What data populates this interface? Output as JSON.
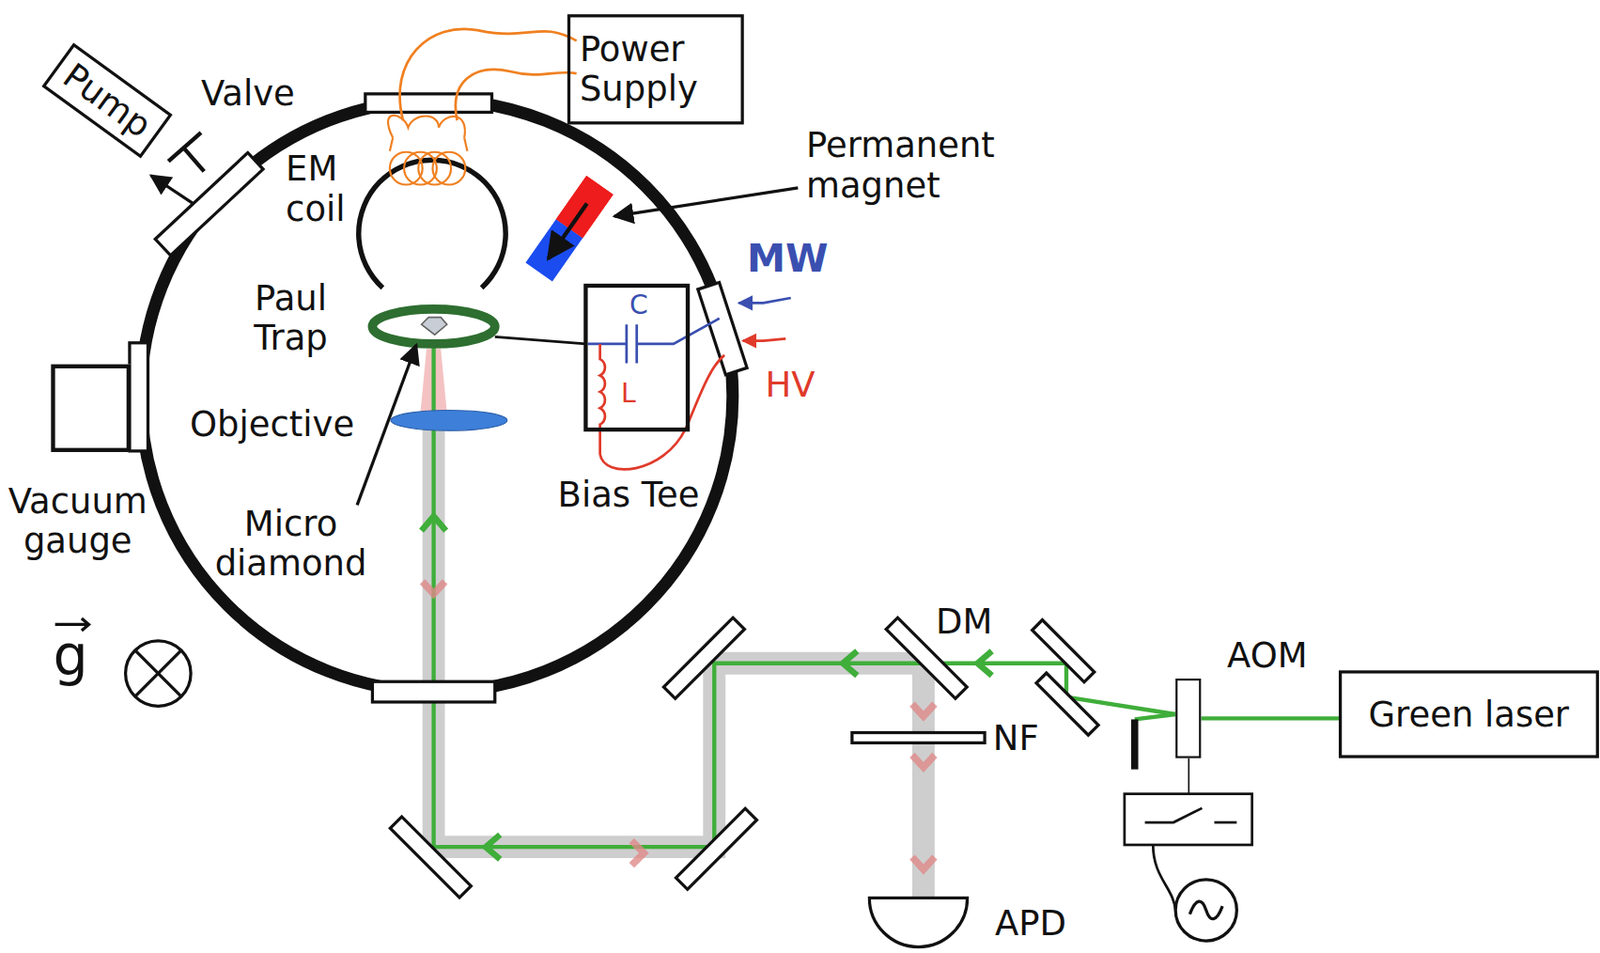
{
  "diagram": {
    "nodes": [
      {
        "text": [
          "Pump"
        ]
      },
      {
        "text": [
          "Power Supply"
        ]
      },
      {
        "text": [
          "Vacuum gauge"
        ]
      },
      {
        "text": [
          "C",
          "L",
          "Bias Tee"
        ]
      },
      {
        "text": [
          "AOM"
        ]
      },
      {
        "text": [
          "Green laser"
        ]
      },
      {
        "text": [
          "APD"
        ]
      }
    ],
    "edges": [
      {
        "from": 5,
        "to": 4,
        "arrow": "none"
      }
    ],
    "labels": [
      "Valve",
      "EM coil",
      "Permanent magnet",
      "Paul Trap",
      "MW",
      "HV",
      "Objective",
      "Micro diamond",
      "DM",
      "NF",
      "g"
    ]
  }
}
